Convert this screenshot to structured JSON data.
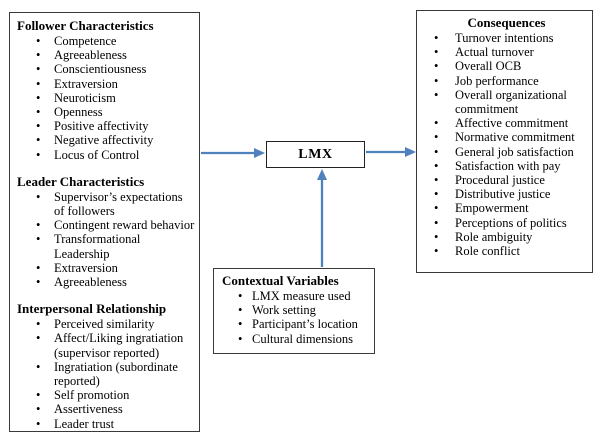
{
  "colors": {
    "arrow": "#4f81bd",
    "box_border": "#3a3a3a",
    "background": "#ffffff",
    "text": "#000000"
  },
  "antecedents": {
    "sections": [
      {
        "title": "Follower Characteristics",
        "items": [
          "Competence",
          "Agreeableness",
          "Conscientiousness",
          "Extraversion",
          "Neuroticism",
          "Openness",
          "Positive affectivity",
          "Negative affectivity",
          "Locus of Control"
        ]
      },
      {
        "title": "Leader Characteristics",
        "items": [
          "Supervisor’s expectations of followers",
          "Contingent reward behavior",
          "Transformational Leadership",
          "Extraversion",
          "Agreeableness"
        ]
      },
      {
        "title": "Interpersonal Relationship",
        "items": [
          "Perceived similarity",
          "Affect/Liking ingratiation (supervisor reported)",
          "Ingratiation (subordinate reported)",
          "Self promotion",
          "Assertiveness",
          "Leader trust"
        ]
      }
    ]
  },
  "lmx": {
    "label": "LMX"
  },
  "consequences": {
    "title": "Consequences",
    "items": [
      "Turnover intentions",
      "Actual turnover",
      "Overall OCB",
      "Job performance",
      "Overall organizational commitment",
      "Affective commitment",
      "Normative commitment",
      "General job satisfaction",
      "Satisfaction with pay",
      "Procedural justice",
      "Distributive justice",
      "Empowerment",
      "Perceptions of politics",
      "Role ambiguity",
      "Role conflict"
    ]
  },
  "contextual": {
    "title": "Contextual Variables",
    "items": [
      "LMX measure used",
      "Work setting",
      "Participant’s location",
      "Cultural dimensions"
    ]
  }
}
